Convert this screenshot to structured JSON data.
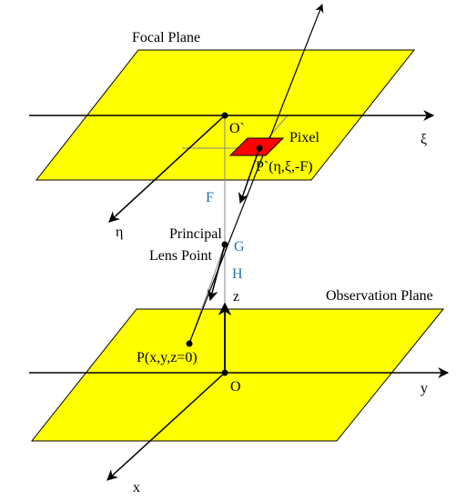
{
  "labels": {
    "focal_plane": "Focal Plane",
    "observation_plane": "Observation Plane",
    "pixel": "Pixel",
    "pixel_point": "P`(η,ξ,-F)",
    "focal_origin": "O`",
    "xi_axis": "ξ",
    "eta_axis": "η",
    "focal_length": "F",
    "lens_point_letter": "G",
    "height": "H",
    "principal": "Principal",
    "lens_point": "Lens Point",
    "z_axis": "z",
    "ground_point": "P(x,y,z=0)",
    "origin": "O",
    "y_axis": "y",
    "x_axis": "x"
  },
  "colors": {
    "plane_fill": "#ffff00",
    "pixel_fill": "#ff0000",
    "blue_label": "#1f6fb2",
    "line": "#000000",
    "thin_line": "#888888"
  }
}
